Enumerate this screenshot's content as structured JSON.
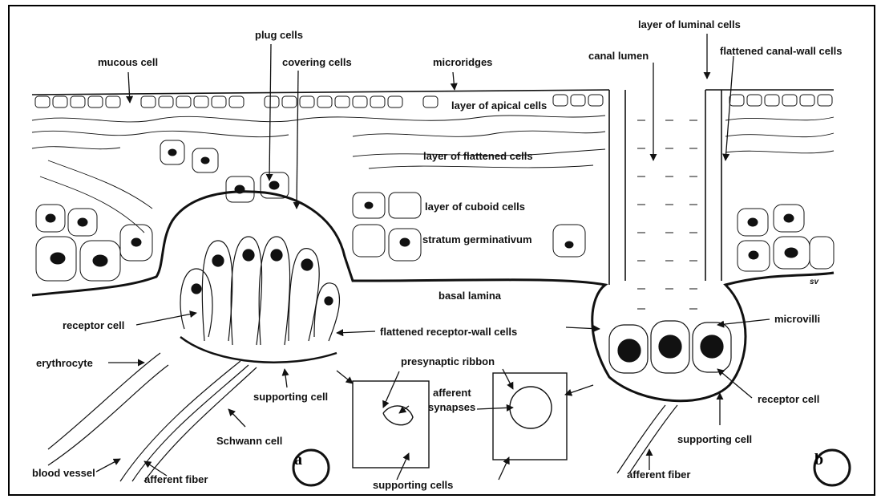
{
  "labels": {
    "mucous_cell": "mucous cell",
    "plug_cells": "plug cells",
    "covering_cells": "covering cells",
    "microridges": "microridges",
    "canal_lumen": "canal lumen",
    "layer_of_luminal_cells": "layer of luminal  cells",
    "flattened_canal_wall_cells": "flattened canal-wall cells",
    "layer_of_apical_cells": "layer of apical  cells",
    "layer_of_flattened_cells": "layer of flattened cells",
    "layer_of_cuboid_cells": "layer of cuboid cells",
    "stratum_germinativum": "stratum germinativum",
    "basal_lamina": "basal lamina",
    "receptor_cell_left": "receptor cell",
    "flattened_receptor_wall_cells": "flattened receptor-wall cells",
    "microvilli": "microvilli",
    "erythrocyte": "erythrocyte",
    "presynaptic_ribbon": "presynaptic ribbon",
    "afferent": "afferent",
    "synapses": "synapses",
    "supporting_cell_left": "supporting cell",
    "receptor_cell_right": "receptor cell",
    "schwann_cell": "Schwann cell",
    "supporting_cell_right": "supporting cell",
    "blood_vessel": "blood vessel",
    "afferent_fiber_left": "afferent fiber",
    "supporting_cells": "supporting cells",
    "afferent_fiber_right": "afferent fiber",
    "panel_a": "a",
    "panel_b": "b",
    "artist_initials": "sv"
  },
  "colors": {
    "ink": "#111111",
    "background": "#ffffff"
  }
}
